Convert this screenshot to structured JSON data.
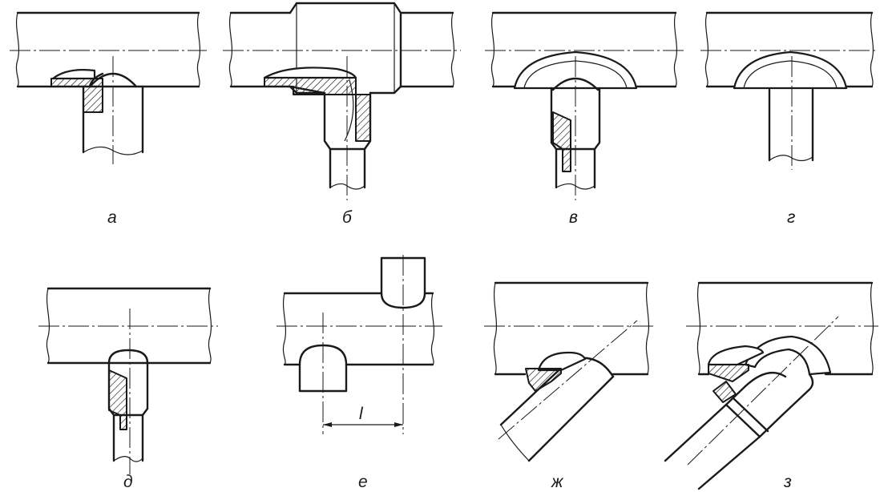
{
  "figure": {
    "labels": {
      "a": "а",
      "b": "б",
      "v": "в",
      "g": "г",
      "d": "д",
      "e": "е",
      "zh": "ж",
      "z": "з"
    },
    "dimension_label": "l"
  }
}
